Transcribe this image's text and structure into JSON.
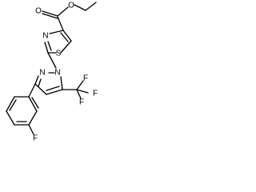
{
  "molecule": {
    "atom_labels": {
      "carbonyl_oxygen": "O",
      "ester_oxygen": "O",
      "thiazole_sulfur": "S",
      "thiazole_nitrogen": "N",
      "pyrazole_n1": "N",
      "pyrazole_n2": "N",
      "trifluoro_f1": "F",
      "trifluoro_f2": "F",
      "trifluoro_f3": "F",
      "aryl_fluorine": "F"
    }
  }
}
